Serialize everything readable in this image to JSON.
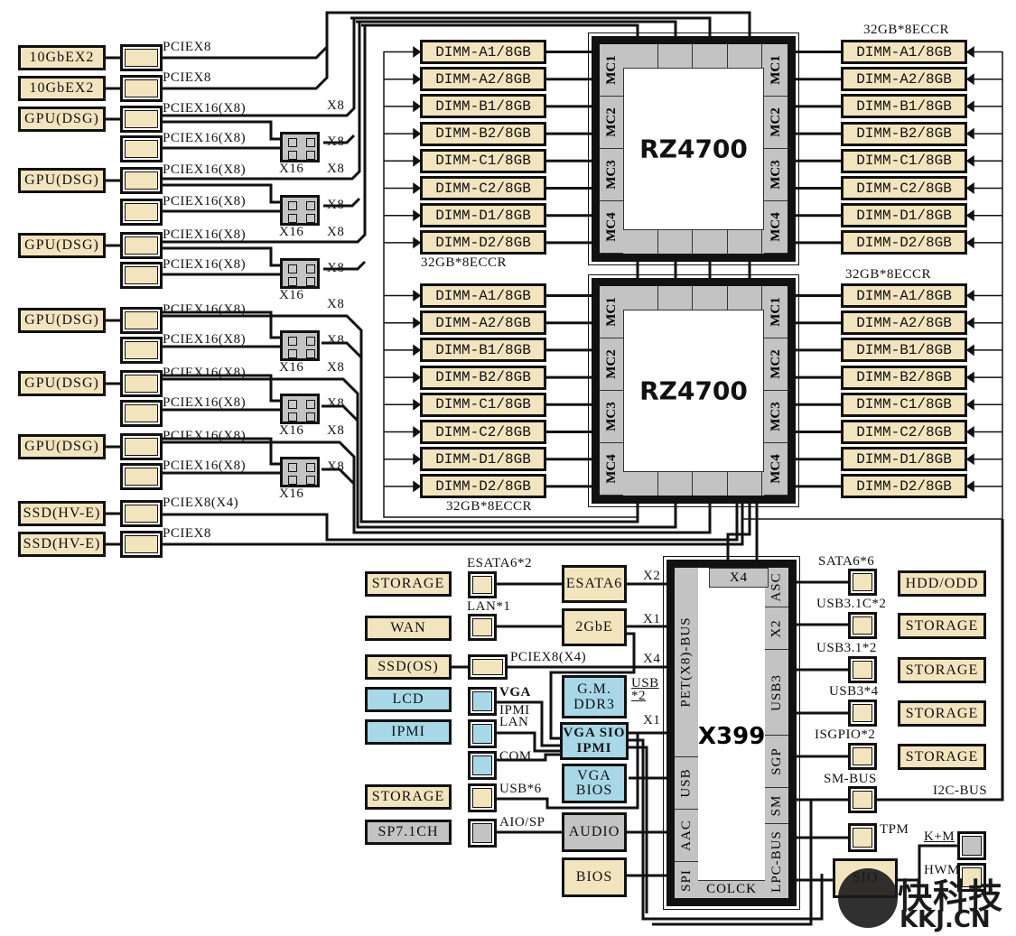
{
  "left_devices": [
    {
      "device": "10GbEX2",
      "slot_label": "PCIEX8"
    },
    {
      "device": "10GbEX2",
      "slot_label": "PCIEX8"
    },
    {
      "device": "GPU(DSG)",
      "slot_label": "PCIEX16(X8)"
    },
    {
      "device": "",
      "slot_label": "PCIEX16(X8)"
    },
    {
      "device": "GPU(DSG)",
      "slot_label": "PCIEX16(X8)"
    },
    {
      "device": "",
      "slot_label": "PCIEX16(X8)"
    },
    {
      "device": "GPU(DSG)",
      "slot_label": "PCIEX16(X8)"
    },
    {
      "device": "",
      "slot_label": "PCIEX16(X8)"
    },
    {
      "device": "GPU(DSG)",
      "slot_label": "PCIEX16(X8)"
    },
    {
      "device": "",
      "slot_label": "PCIEX16(X8)"
    },
    {
      "device": "GPU(DSG)",
      "slot_label": "PCIEX16(X8)"
    },
    {
      "device": "",
      "slot_label": "PCIEX16(X8)"
    },
    {
      "device": "GPU(DSG)",
      "slot_label": "PCIEX16(X8)"
    },
    {
      "device": "",
      "slot_label": "PCIEX16(X8)"
    },
    {
      "device": "SSD(HV-E)",
      "slot_label": "PCIEX8(X4)"
    },
    {
      "device": "SSD(HV-E)",
      "slot_label": "PCIEX8"
    }
  ],
  "switch": {
    "width_label": "X16",
    "lane_label": "X8"
  },
  "cpus": [
    {
      "name": "RZ4700",
      "mc_labels": [
        "MC1",
        "MC2",
        "MC3",
        "MC4"
      ]
    },
    {
      "name": "RZ4700",
      "mc_labels": [
        "MC1",
        "MC2",
        "MC3",
        "MC4"
      ]
    }
  ],
  "memory": {
    "dimms": [
      "DIMM-A1/8GB",
      "DIMM-A2/8GB",
      "DIMM-B1/8GB",
      "DIMM-B2/8GB",
      "DIMM-C1/8GB",
      "DIMM-C2/8GB",
      "DIMM-D1/8GB",
      "DIMM-D2/8GB"
    ],
    "group_label": "32GB*8ECCR"
  },
  "chipset": {
    "name": "X399",
    "top_port": "X4",
    "left_segments": [
      "PET(X8)-BUS",
      "USB",
      "AAC",
      "SPI"
    ],
    "right_segments": [
      "ASC",
      "X2",
      "USB3",
      "SGP",
      "SM",
      "LPC-BUS"
    ],
    "bottom_label": "COLCK"
  },
  "io_left": {
    "storage1": "STORAGE",
    "esata_port": "ESATA6*2",
    "esata_ctrl": "ESATA6",
    "esata_lanes": "X2",
    "wan": "WAN",
    "lan_port": "LAN*1",
    "lan_ctrl": "2GbE",
    "lan_lanes": "X1",
    "ssd_os": "SSD(OS)",
    "ssd_slot": "PCIEX8(X4)",
    "ssd_lanes": "X4",
    "lcd": "LCD",
    "vga_port": "VGA",
    "ipmi": "IPMI",
    "ipmi_lan_port": "IPMI\nLAN",
    "com_port": "COM",
    "gm_ddr3": "G.M.\nDDR3",
    "usb2": "USB\n*2",
    "vga_sio_lanes": "X1",
    "vga_sio_ipmi": "VGA SIO\nIPMI",
    "vga_bios": "VGA\nBIOS",
    "storage2": "STORAGE",
    "usb6_port": "USB*6",
    "sp71": "SP7.1CH",
    "aio_port": "AIO/SP",
    "audio": "AUDIO",
    "bios": "BIOS"
  },
  "io_right": {
    "sata_port": "SATA6*6",
    "hdd": "HDD/ODD",
    "usb31c_port": "USB3.1C*2",
    "storage_a": "STORAGE",
    "usb31_port": "USB3.1*2",
    "storage_b": "STORAGE",
    "usb3_port": "USB3*4",
    "storage_c": "STORAGE",
    "isgpio_port": "ISGPIO*2",
    "storage_d": "STORAGE",
    "smbus_port": "SM-BUS",
    "i2c": "I2C-BUS",
    "tpm": "TPM",
    "km": "K+M",
    "hwm": "HWM",
    "sio": "SIO"
  },
  "watermark": {
    "cn": "快科技",
    "en": "KKJ.CN"
  }
}
